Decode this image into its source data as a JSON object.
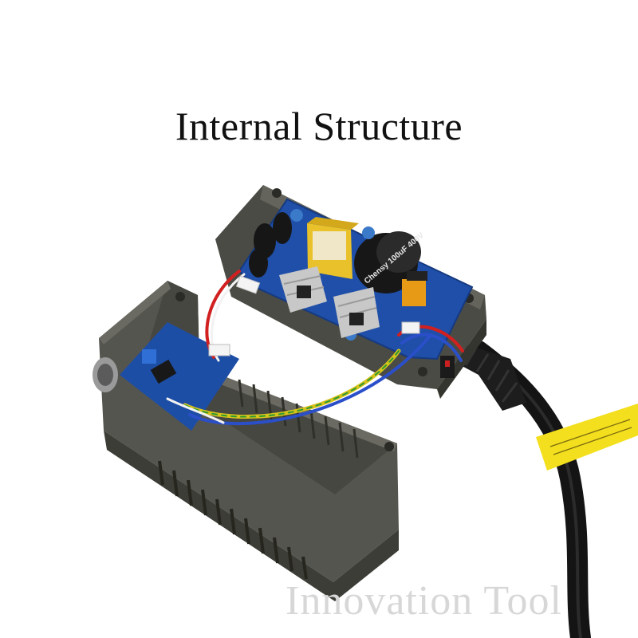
{
  "title": "Internal Structure",
  "watermark": "Innovation Tool",
  "capacitor_label": "Chensy 100uF 400V",
  "colors": {
    "case": "#57574f",
    "case_dark": "#3e3e38",
    "pcb": "#1f4fa8",
    "cable": "#151515",
    "sticker": "#f3df1d"
  }
}
